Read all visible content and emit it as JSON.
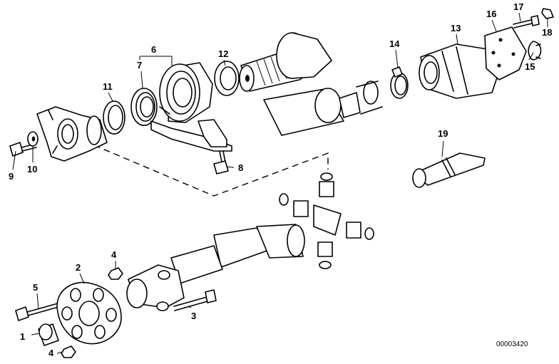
{
  "diagram": {
    "callouts": [
      "1",
      "2",
      "3",
      "4",
      "4",
      "5",
      "6",
      "7",
      "8",
      "9",
      "10",
      "11",
      "12",
      "13",
      "14",
      "15",
      "16",
      "17",
      "18",
      "19"
    ],
    "reference_number": "00003420"
  }
}
